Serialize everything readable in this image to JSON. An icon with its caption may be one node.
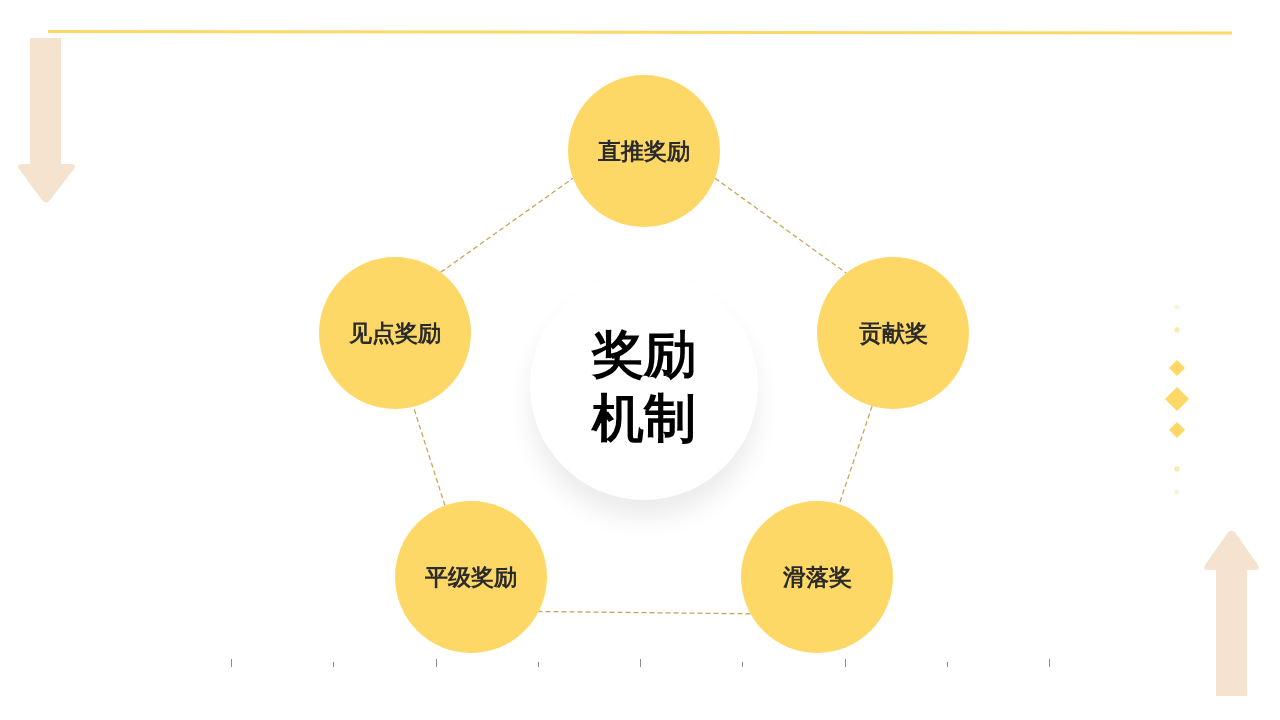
{
  "diagram": {
    "nodes": [
      {
        "text": [
          "奖励机制"
        ]
      },
      {
        "text": [
          "直推奖励"
        ]
      },
      {
        "text": [
          "贡献奖"
        ]
      },
      {
        "text": [
          "滑落奖"
        ]
      },
      {
        "text": [
          "平级奖励"
        ]
      },
      {
        "text": [
          "见点奖励"
        ]
      }
    ],
    "edges": [
      {
        "from": 1,
        "to": 2,
        "arrow": "none",
        "style": "dashed"
      },
      {
        "from": 2,
        "to": 3,
        "arrow": "none",
        "style": "dashed"
      },
      {
        "from": 3,
        "to": 4,
        "arrow": "none",
        "style": "dashed"
      },
      {
        "from": 4,
        "to": 5,
        "arrow": "none",
        "style": "dashed"
      },
      {
        "from": 5,
        "to": 1,
        "arrow": "none",
        "style": "dashed"
      }
    ]
  }
}
